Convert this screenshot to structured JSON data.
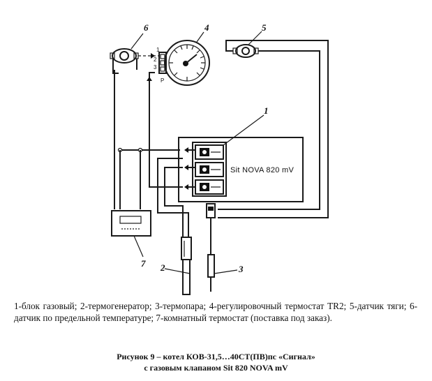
{
  "diagram": {
    "labels": {
      "n1_top": "1",
      "n1_side": "1",
      "n2": "2",
      "n3": "3",
      "n4": "4",
      "n5": "5",
      "n6": "6",
      "n7": "7"
    },
    "thermostat_ports": {
      "p1": "1",
      "p2": "2",
      "p3": "3",
      "pP": "P"
    },
    "valve_label": "Sit NOVA 820 mV"
  },
  "legend": {
    "text": "1-блок газовый; 2-термогенератор; 3-термопара; 4-регулировочный термостат TR2; 5-датчик тяги; 6-датчик по предельной температуре; 7-комнатный термостат (поставка под заказ)."
  },
  "caption": {
    "line1": "Рисунок 9 – котел КОВ-31,5…40СТ(ПВ)пс «Сигнал»",
    "line2": "с газовым клапаном Sit 820 NOVA mV"
  }
}
